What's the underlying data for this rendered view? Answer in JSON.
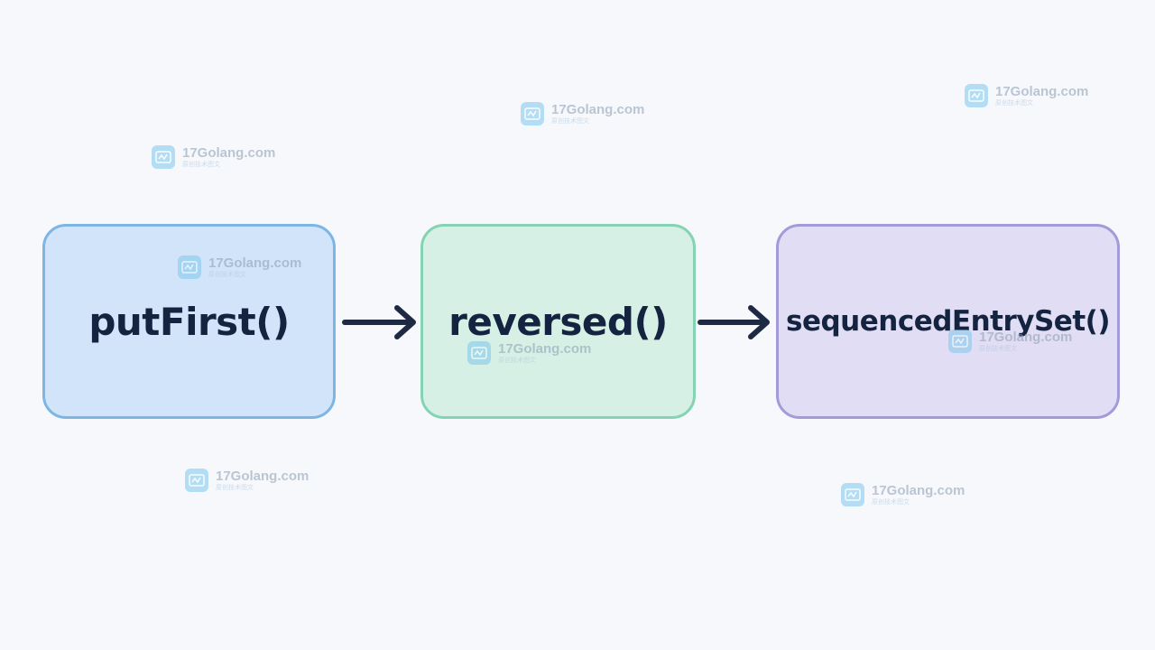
{
  "nodes": [
    {
      "label": "putFirst()",
      "fill": "#d1e4f9",
      "border": "#7db5e4"
    },
    {
      "label": "reversed()",
      "fill": "#d7f0e6",
      "border": "#85d3b2"
    },
    {
      "label": "sequencedEntrySet()",
      "fill": "#e1ddf4",
      "border": "#a39ad9"
    }
  ],
  "arrow_color": "#1e2a44",
  "watermark": {
    "site": "17Golang.com",
    "subtitle": "原创技术图文"
  }
}
